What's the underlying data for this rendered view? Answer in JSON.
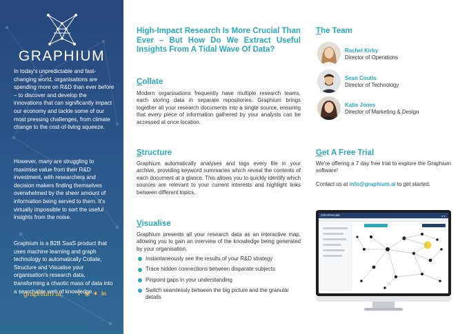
{
  "brand": {
    "name": "GRAPHIUM",
    "url": "graphium.ai"
  },
  "sidebar": {
    "paragraphs": [
      "In today's unpredictable and fast-changing world, organisations are spending more on R&D than ever before – to discover and develop the innovations that can significantly impact our economy and tackle some of our most pressing challenges, from climate change to the cost-of-living squeeze.",
      "However, many are struggling to maximise value from their R&D investment, with researchers and decision makers finding themselves overwhelmed by the sheer amount of information being served to them. It's virtually impossible to sort the useful insights from the noise.",
      "Graphium is a B2B SaaS product that uses machine learning and graph technology to automatically Collate, Structure and Visualise your organisation's research data, transforming a chaotic mass of data into a searchable web of knowledge."
    ],
    "socials": [
      "f",
      "◎",
      "✶",
      "in"
    ]
  },
  "headline": "High-Impact Research Is More Crucial Than Ever – But How Do We Extract Useful Insights From A Tidal Wave Of Data?",
  "sections": {
    "collate": {
      "title": "Collate",
      "body": "Modern organisations frequently have multiple research teams, each storing data in separate repositories. Graphium brings together all your research documents into a single source, ensuring that every piece of information gathered by your analysts can be accessed at once location."
    },
    "structure": {
      "title": "Structure",
      "body": "Graphium automatically analyses and tags every file in your archive, providing keyword summaries which reveal the contents of each document at a glance. This allows you to quickly identify which sources are relevant to your current interests and highlight links between different topics."
    },
    "visualise": {
      "title": "Visualise",
      "body": "Graphium presents all your research data as an interactive map, allowing you to gain an overview of the knowledge being generated by your organisation.",
      "bullets": [
        "Instantaneously see the results of your R&D strategy",
        "Trace hidden connections between disparate subjects",
        "Pinpoint gaps in your understanding",
        "Switch seamlessly between the big picture and the granular details"
      ]
    }
  },
  "team": {
    "title": "The Team",
    "members": [
      {
        "name": "Rachel Kirby",
        "role": "Director of Operations"
      },
      {
        "name": "Sean Coutts",
        "role": "Director of Technology"
      },
      {
        "name": "Katie Jones",
        "role": "Director of Marketing & Design"
      }
    ]
  },
  "trial": {
    "title": "Get A Free Trial",
    "body": "We're offering a 7 day free trial to explore the Graphium software!",
    "contact_prefix": "Contact us at ",
    "email": "info@graphium.ai",
    "contact_suffix": " to get started."
  },
  "monitor": {
    "app_logo": "GRAPHIUM",
    "colors": {
      "node": "#1e1e1e",
      "highlight": "#f2d13a",
      "edge": "#9aa3ad"
    }
  },
  "colors": {
    "sidebar": "#2d5a8c",
    "accent": "#2aa8bd",
    "link": "#f2c14e"
  }
}
